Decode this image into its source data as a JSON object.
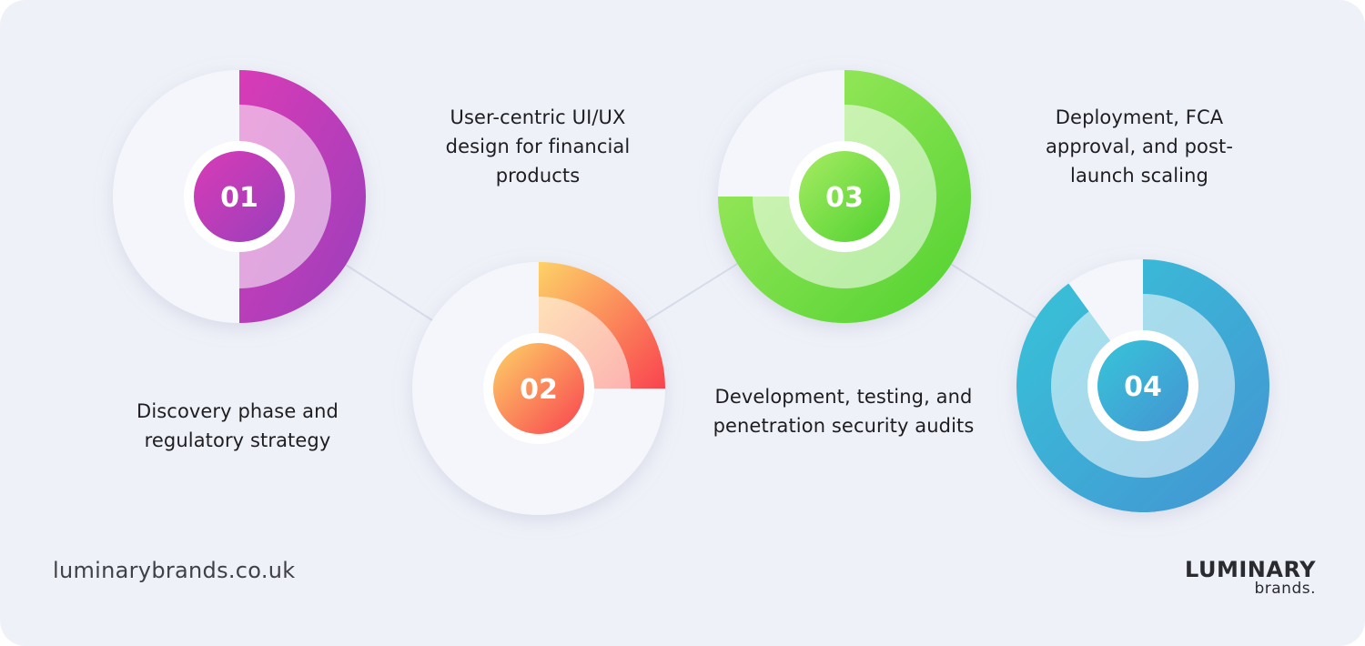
{
  "steps": [
    {
      "number": "01",
      "lines": [
        "Discovery phase and",
        "regulatory strategy"
      ],
      "progress": 0.5,
      "gradient": [
        "#d93bb6",
        "#9a3fbc"
      ]
    },
    {
      "number": "02",
      "lines": [
        "User-centric UI/UX",
        "design for financial",
        "products"
      ],
      "progress": 0.25,
      "gradient": [
        "#fdd267",
        "#f9434f"
      ]
    },
    {
      "number": "03",
      "lines": [
        "Development, testing, and",
        "penetration security audits"
      ],
      "progress": 0.75,
      "gradient": [
        "#a7ec63",
        "#4fd12f"
      ]
    },
    {
      "number": "04",
      "lines": [
        "Deployment, FCA",
        "approval, and post-",
        "launch scaling"
      ],
      "progress": 0.9,
      "gradient": [
        "#37c5d8",
        "#4493d3"
      ]
    }
  ],
  "footer": {
    "url": "luminarybrands.co.uk",
    "logo_name": "LUMINARY",
    "logo_sub": "brands."
  }
}
